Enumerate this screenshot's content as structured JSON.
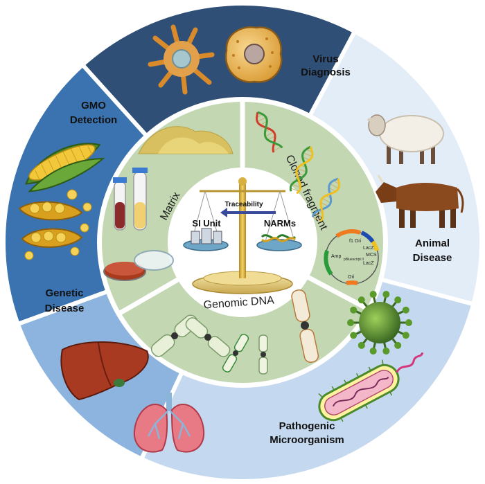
{
  "outer_segments": {
    "virus": {
      "line1": "Virus",
      "line2": "Diagnosis"
    },
    "animal": {
      "line1": "Animal",
      "line2": "Disease"
    },
    "pathogen": {
      "line1": "Pathogenic",
      "line2": "Microorganism"
    },
    "genetic": {
      "line1": "Genetic",
      "line2": "Disease"
    },
    "gmo": {
      "line1": "GMO",
      "line2": "Detection"
    }
  },
  "inner_segments": {
    "matrix": "Matrix",
    "cloned": "Cloned fragment",
    "genomic": "Genomic DNA"
  },
  "center": {
    "traceability": "Traceability",
    "si_unit": "SI Unit",
    "narms": "NARMs"
  },
  "plasmid": {
    "f1_ori": "f1 Ori",
    "lacz": "LacZ",
    "mcs": "MCS",
    "lacz2": "LacZ",
    "amp": "Amp",
    "name": "pBluescript II",
    "ori": "Ori"
  },
  "colors": {
    "virus_bg": "#2f4f77",
    "gmo_bg": "#3a73b0",
    "genetic_bg": "#8db4de",
    "pathogen_bg": "#c4d8ef",
    "animal_bg": "#e3edf8",
    "inner_green": "#c2d7b2",
    "divider": "#ffffff"
  }
}
